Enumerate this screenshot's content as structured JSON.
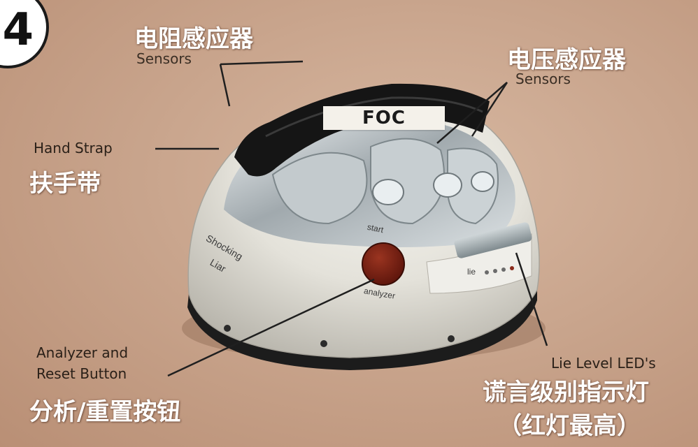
{
  "badge": {
    "number": "4"
  },
  "product_text": {
    "brand_label": "FOC"
  },
  "callouts": {
    "resistance_sensors": {
      "cn": "电阻感应器",
      "en": "Sensors"
    },
    "voltage_sensors": {
      "cn": "电压感应器",
      "en": "Sensors"
    },
    "hand_strap": {
      "en": "Hand Strap",
      "cn": "扶手带"
    },
    "analyzer_button": {
      "en_line1": "Analyzer and",
      "en_line2": "Reset Button",
      "cn": "分析/重置按钮"
    },
    "lie_level_leds": {
      "en": "Lie Level LED's",
      "cn_line1": "谎言级别指示灯",
      "cn_line2": "（红灯最高）"
    }
  },
  "device_markings": {
    "start": "start",
    "analyzer": "analyzer",
    "lie": "lie",
    "logo_line1": "Shocking",
    "logo_line2": "Liar"
  },
  "colors": {
    "background": "#c9a58d",
    "device_body": "#e8e6df",
    "device_base": "#1c1c1c",
    "analyzer_button": "#7a1e12",
    "strap": "#151515"
  }
}
